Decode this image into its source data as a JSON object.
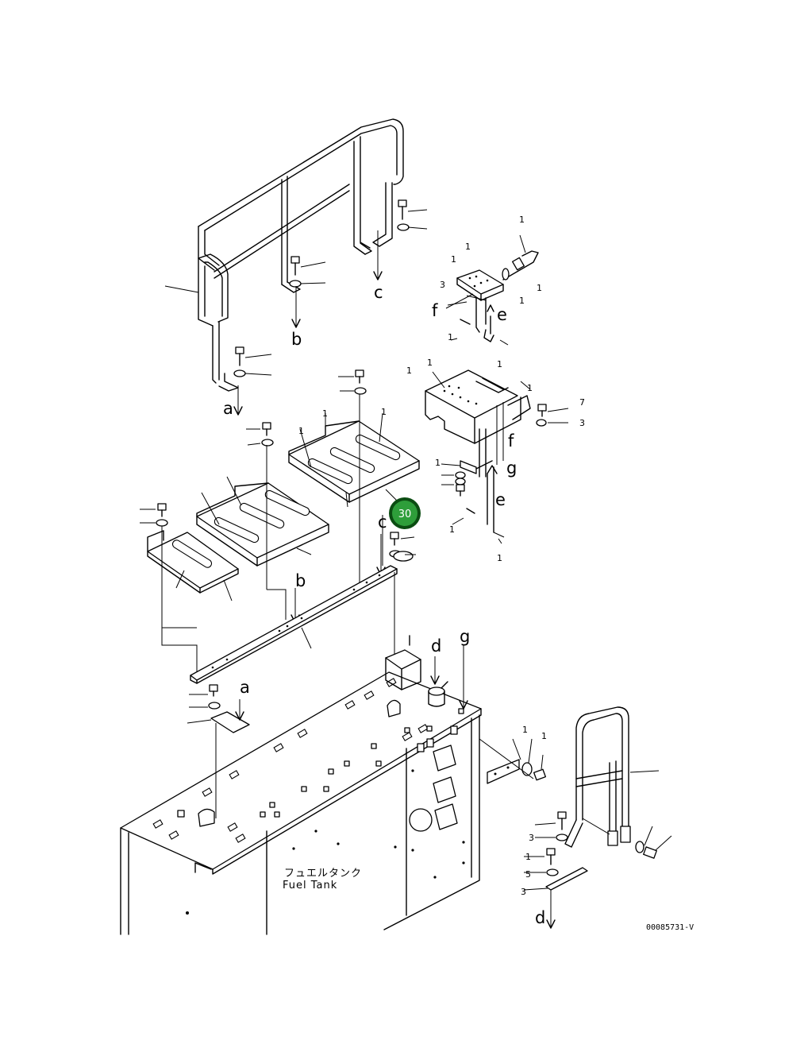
{
  "callouts": {
    "a_top": "a",
    "a_bottom": "a",
    "b_top": "b",
    "b_mid": "b",
    "c_top": "c",
    "c_mid": "c",
    "d_tank": "d",
    "d_bottom": "d",
    "e_upper": "e",
    "e_lower": "e",
    "f_upper": "f",
    "f_lower": "f",
    "g_step": "g",
    "g_tank": "g"
  },
  "hotspot": {
    "label": "30",
    "color": "#2e9e3a",
    "ring_color": "#0b4d12"
  },
  "fuel_tank": {
    "label_jp": "フュエルタンク",
    "label_en": "Fuel Tank"
  },
  "drawing_code": "00085731-V",
  "part_numbers": {
    "p1": "1",
    "p2": "1",
    "p3": "3",
    "p4": "1",
    "p5": "1",
    "p6": "1",
    "p7": "1",
    "p8": "1",
    "p9": "1",
    "p10": "1",
    "p11": "7",
    "p12": "3",
    "p13": "1",
    "p14": "1",
    "p15": "1",
    "p16": "1",
    "p17": "1",
    "p18": "1",
    "p19": "1",
    "p20": "1",
    "p21": "1",
    "p22": "1",
    "p23": "3",
    "p24": "5",
    "p25": "3"
  }
}
